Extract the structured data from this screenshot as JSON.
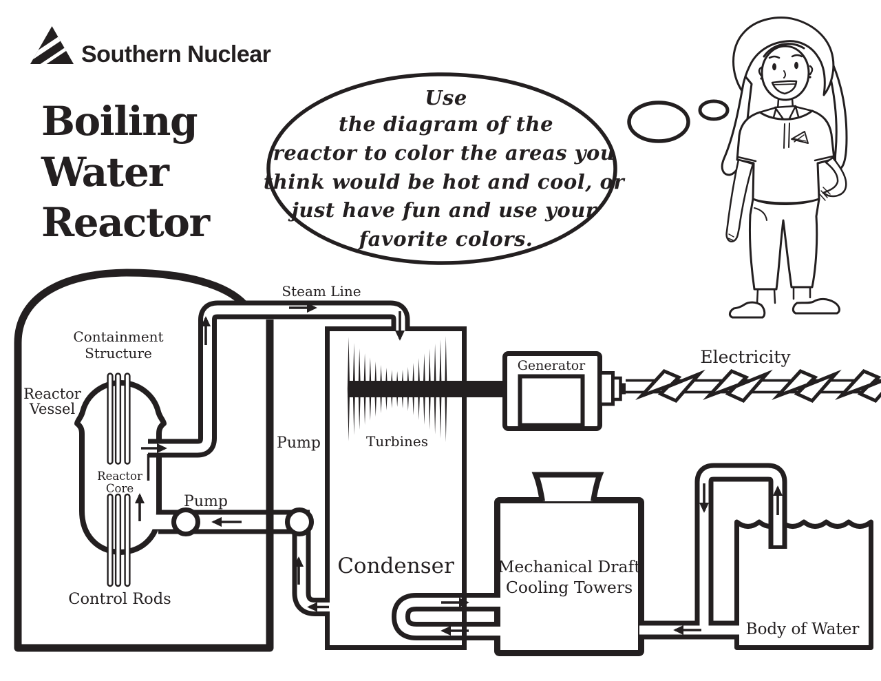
{
  "colors": {
    "ink": "#231f20",
    "paper": "#ffffff"
  },
  "header": {
    "brand": "Southern Nuclear",
    "title_line1": "Boiling",
    "title_line2": "Water",
    "title_line3": "Reactor"
  },
  "speech_bubble": {
    "line1": "Use",
    "line2": "the diagram of the",
    "line3": "reactor to color the areas you",
    "line4": "think would be hot and cool, or",
    "line5": "just have fun and use your",
    "line6": "favorite colors."
  },
  "diagram": {
    "steam_line": "Steam Line",
    "containment_line1": "Containment",
    "containment_line2": "Structure",
    "reactor_vessel_line1": "Reactor",
    "reactor_vessel_line2": "Vessel",
    "reactor_core_line1": "Reactor",
    "reactor_core_line2": "Core",
    "control_rods": "Control Rods",
    "pump_left": "Pump",
    "pump_right": "Pump",
    "turbines": "Turbines",
    "generator": "Generator",
    "electricity": "Electricity",
    "condenser": "Condenser",
    "cooling_tower_line1": "Mechanical Draft",
    "cooling_tower_line2": "Cooling Towers",
    "body_of_water": "Body of Water"
  }
}
